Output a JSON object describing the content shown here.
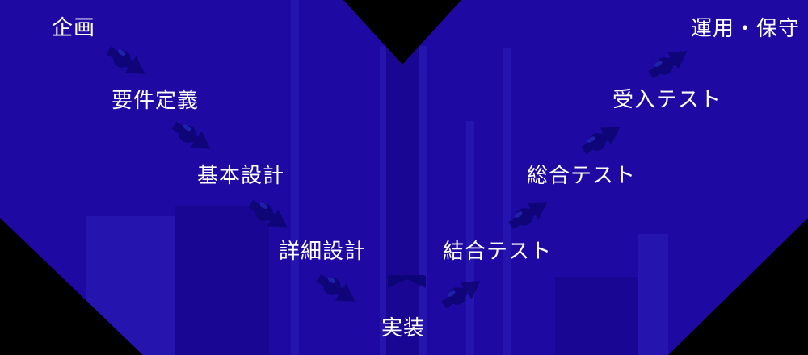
{
  "diagram": {
    "type": "v-model-process",
    "steps": [
      {
        "label": "企画"
      },
      {
        "label": "要件定義"
      },
      {
        "label": "基本設計"
      },
      {
        "label": "詳細設計"
      },
      {
        "label": "実装"
      },
      {
        "label": "結合テスト"
      },
      {
        "label": "総合テスト"
      },
      {
        "label": "受入テスト"
      },
      {
        "label": "運用・保守"
      }
    ],
    "arrows": [
      {
        "from": "企画",
        "to": "要件定義",
        "direction": "down-right"
      },
      {
        "from": "要件定義",
        "to": "基本設計",
        "direction": "down-right"
      },
      {
        "from": "基本設計",
        "to": "詳細設計",
        "direction": "down-right"
      },
      {
        "from": "詳細設計",
        "to": "実装",
        "direction": "down-right"
      },
      {
        "from": "実装",
        "to": "結合テスト",
        "direction": "up-right"
      },
      {
        "from": "結合テスト",
        "to": "総合テスト",
        "direction": "up-right"
      },
      {
        "from": "総合テスト",
        "to": "受入テスト",
        "direction": "up-right"
      },
      {
        "from": "受入テスト",
        "to": "運用・保守",
        "direction": "up-right"
      }
    ],
    "colors": {
      "background": "#000000",
      "shape": "#1E0AA2",
      "panel_light": "#2614AE",
      "panel_dark": "#190693",
      "arrow": "#0C0570",
      "arrow_highlight": "#2E45DE",
      "text": "#FFFFFF"
    }
  }
}
